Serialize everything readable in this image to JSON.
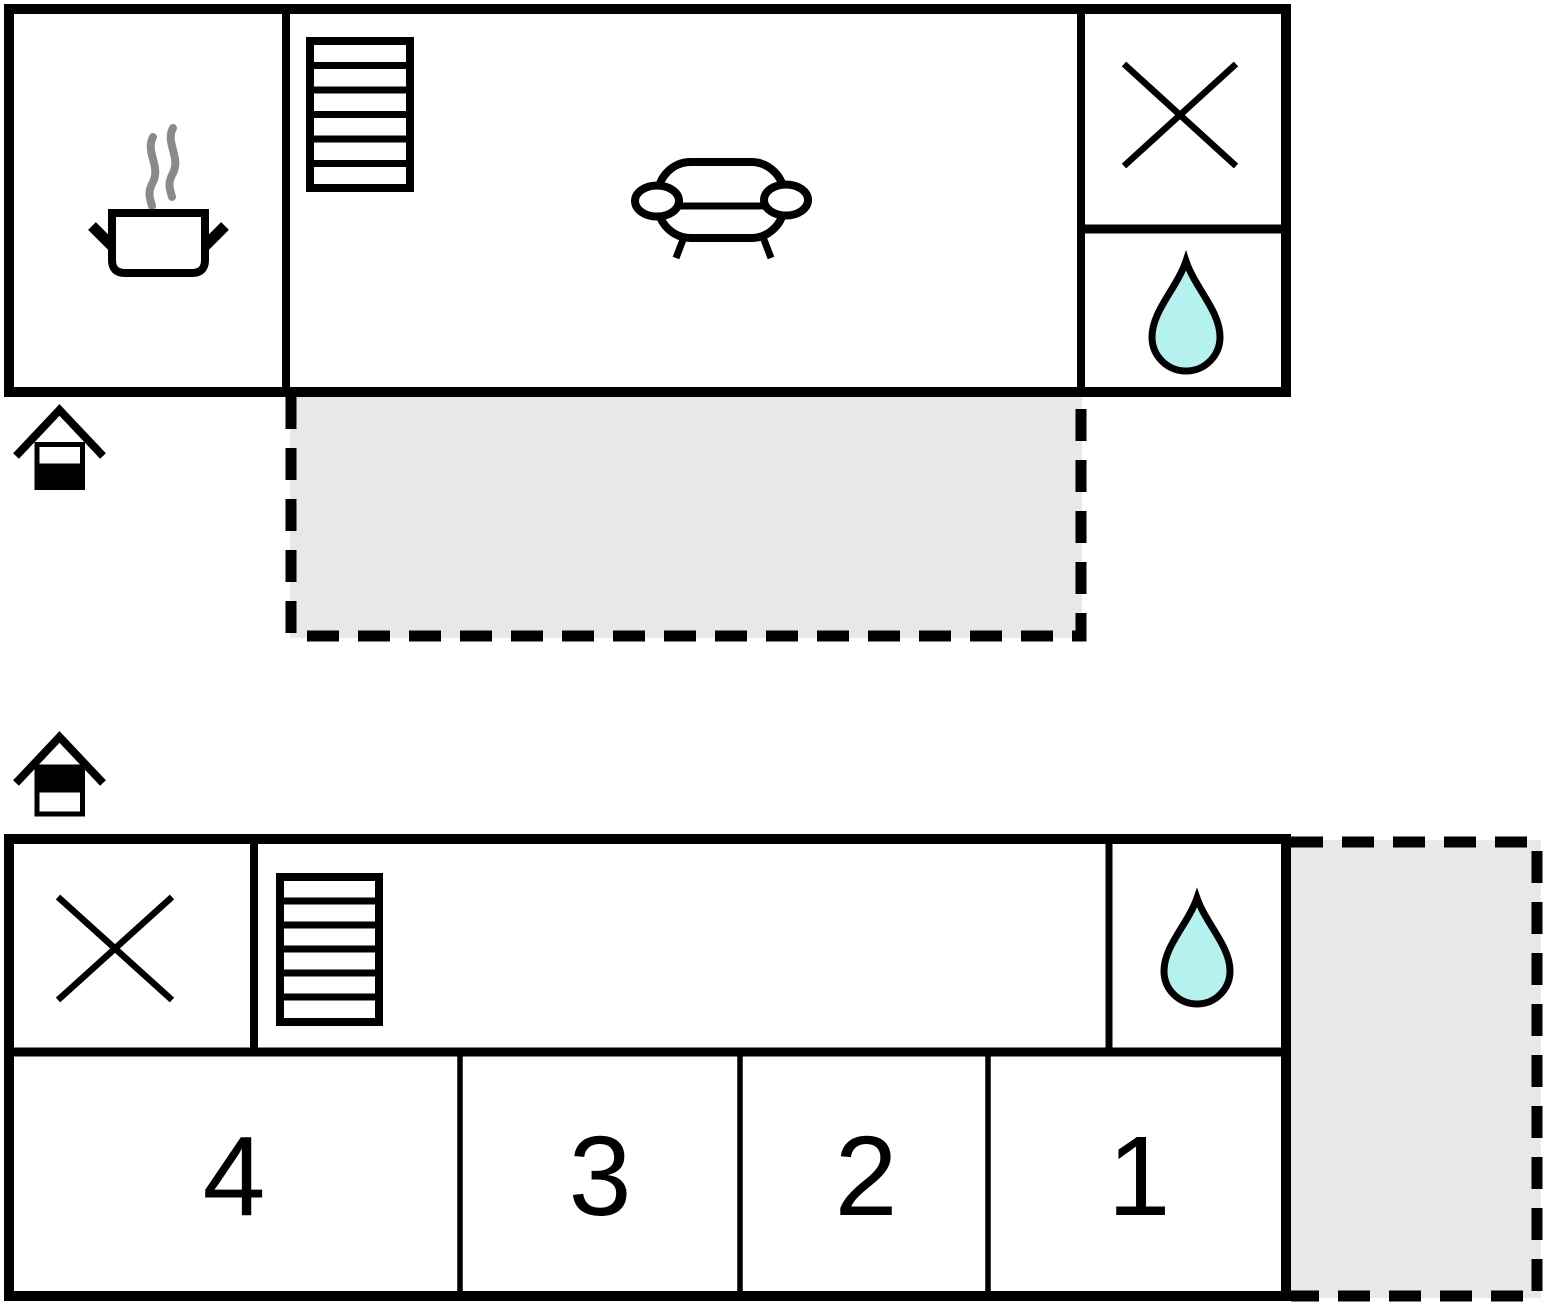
{
  "diagram_type": "vacation-home-floor-plan",
  "colors": {
    "background": "#ffffff",
    "wall": "#000000",
    "terrace_fill": "#e8e8e8",
    "water_drop_fill": "#b5f2ef",
    "steam_gray": "#8a8a8a"
  },
  "floor_top": {
    "level_indicator": "house-ground-floor-icon",
    "icons": [
      "cooking-pot-icon",
      "stairs-icon",
      "sofa-icon",
      "cross-icon",
      "water-drop-icon"
    ],
    "terrace_style": "dashed-outline"
  },
  "floor_bottom": {
    "level_indicator": "house-upper-floor-icon",
    "icons": [
      "cross-icon",
      "stairs-icon",
      "water-drop-icon"
    ],
    "bedrooms": [
      {
        "label": "4"
      },
      {
        "label": "3"
      },
      {
        "label": "2"
      },
      {
        "label": "1"
      }
    ],
    "terrace_style": "dashed-outline"
  }
}
